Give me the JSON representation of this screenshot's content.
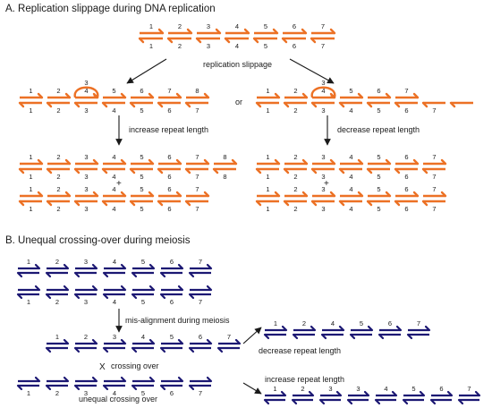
{
  "colors": {
    "replication_arrows": "#ec7125",
    "meiosis_arrows": "#1c1873",
    "pointers": "#1a1a1a"
  },
  "section_a": {
    "title": "A. Replication slippage during DNA replication",
    "slippage_label": "replication slippage",
    "or_label": "or",
    "increase_label": "increase repeat length",
    "decrease_label": "decrease repeat length",
    "plus": "+",
    "units_7": [
      "1",
      "2",
      "3",
      "4",
      "5",
      "6",
      "7"
    ],
    "units_8": [
      "1",
      "2",
      "3",
      "4",
      "5",
      "6",
      "7",
      "8"
    ],
    "insertion_top": [
      "1",
      "2",
      "3",
      "4",
      "5",
      "6",
      "7",
      "8"
    ],
    "insertion_bottom": [
      "1",
      "2",
      "3",
      "4",
      "5",
      "6",
      "7"
    ],
    "deletion_top": [
      "1",
      "2",
      "3",
      "4",
      "5",
      "6",
      "7"
    ],
    "deletion_bottom": [
      "1",
      "2",
      "3",
      "4",
      "5",
      "6",
      "7"
    ],
    "insertion_loop_label": "3",
    "deletion_loop_label": "3"
  },
  "section_b": {
    "title": "B. Unequal crossing-over during meiosis",
    "misalign_label": "mis-alignment during meiosis",
    "crossing_label": "crossing over",
    "cross_mark": "X",
    "unequal_label": "unequal crossing over",
    "decrease_label": "decrease repeat length",
    "increase_label": "increase repeat length",
    "units_7": [
      "1",
      "2",
      "3",
      "4",
      "5",
      "6",
      "7"
    ],
    "decrease_units": [
      "1",
      "2",
      "4",
      "5",
      "6",
      "7"
    ],
    "increase_units": [
      "1",
      "2",
      "3",
      "3",
      "4",
      "5",
      "6",
      "7"
    ]
  }
}
